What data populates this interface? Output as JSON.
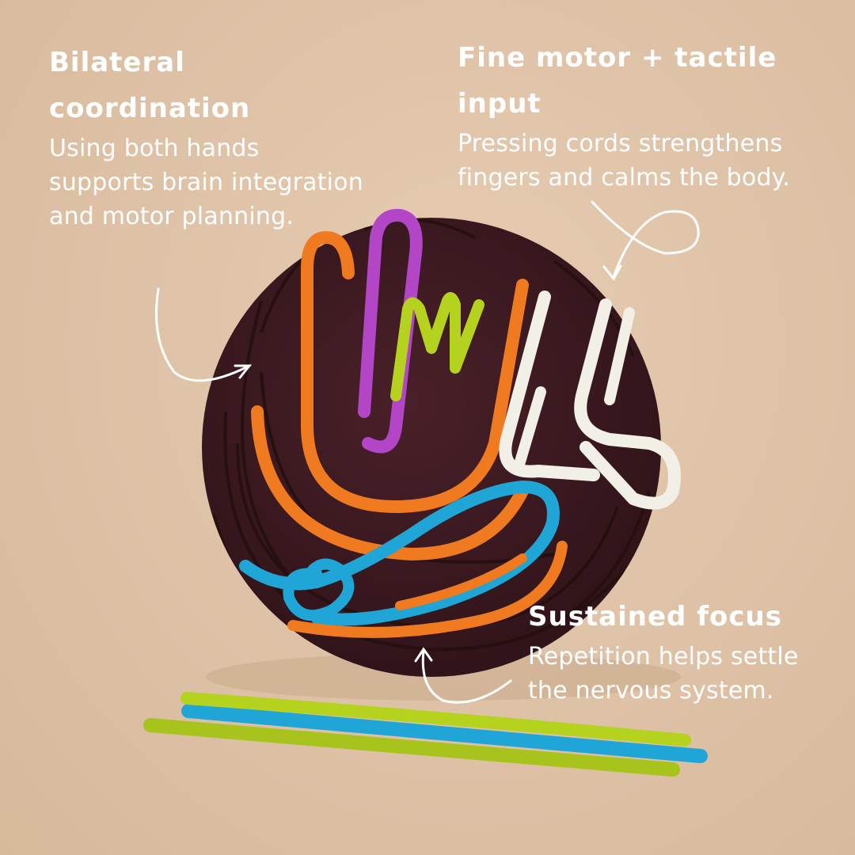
{
  "callouts": {
    "bilateral": {
      "heading": "Bilateral coordination",
      "body": "Using both hands supports brain integration and motor planning."
    },
    "fine_motor": {
      "heading": "Fine motor + tactile input",
      "body": "Pressing cords strengthens fingers and calms the body."
    },
    "focus": {
      "heading": "Sustained focus",
      "body": "Repetition helps settle the nervous system."
    }
  },
  "colors": {
    "background": "#dfc3a8",
    "board": "#3b1b22",
    "orange": "#f07a1f",
    "purple": "#b246c7",
    "lime": "#b5d21f",
    "white": "#f2efe6",
    "blue": "#1fa6d6",
    "text": "#ffffff"
  },
  "icons": [
    "curved-arrow-left-icon",
    "loop-arrow-right-icon",
    "curved-arrow-bottom-icon"
  ]
}
